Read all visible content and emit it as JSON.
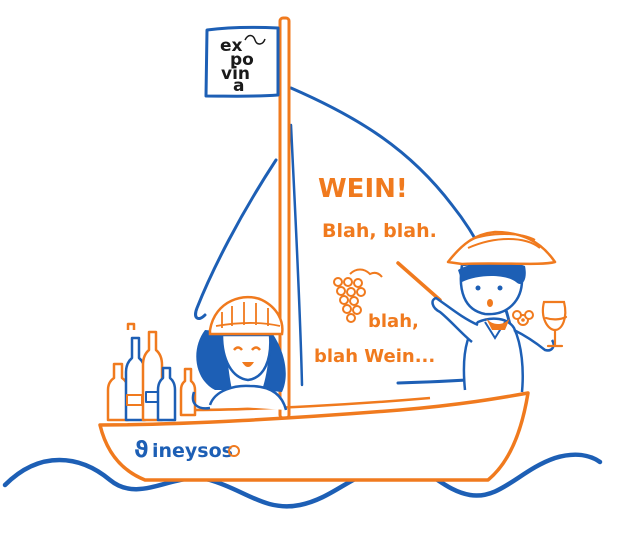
{
  "colors": {
    "blue": "#1d5fb5",
    "orange": "#f07a1e",
    "black": "#1a1a1a",
    "background": "#ffffff"
  },
  "flag": {
    "logo_text": [
      "ex",
      "po",
      "vin",
      "a"
    ]
  },
  "sail_text": {
    "line1": "WEIN!",
    "line2": "Blah, blah.",
    "line3": "blah,",
    "line4": "blah Wein..."
  },
  "boat": {
    "brand_prefix": "ϑ",
    "brand_text": "ineysos"
  },
  "icons": {
    "grapes": "grapes-icon",
    "pointer": "pointer-stick-icon",
    "wine_glass": "wine-glass-icon",
    "bottles": "wine-bottle-icon",
    "flower": "flower-icon"
  }
}
